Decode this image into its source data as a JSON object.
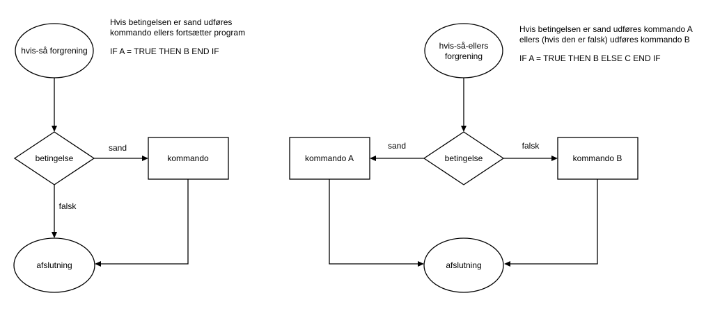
{
  "left": {
    "start_node": "hvis-så forgrening",
    "description_line1": "Hvis betingelsen er sand udføres",
    "description_line2": "kommando ellers fortsætter program",
    "code": "IF A = TRUE THEN B END IF",
    "condition": "betingelse",
    "command": "kommando",
    "edge_true": "sand",
    "edge_false": "falsk",
    "end_node": "afslutning"
  },
  "right": {
    "start_node_line1": "hvis-så-ellers",
    "start_node_line2": "forgrening",
    "description_line1": "Hvis betingelsen er sand udføres kommando A",
    "description_line2": "ellers (hvis den er falsk) udføres kommando B",
    "code": "IF A = TRUE THEN B ELSE C END IF",
    "condition": "betingelse",
    "command_a": "kommando A",
    "command_b": "kommando B",
    "edge_true": "sand",
    "edge_false": "falsk",
    "end_node": "afslutning"
  }
}
